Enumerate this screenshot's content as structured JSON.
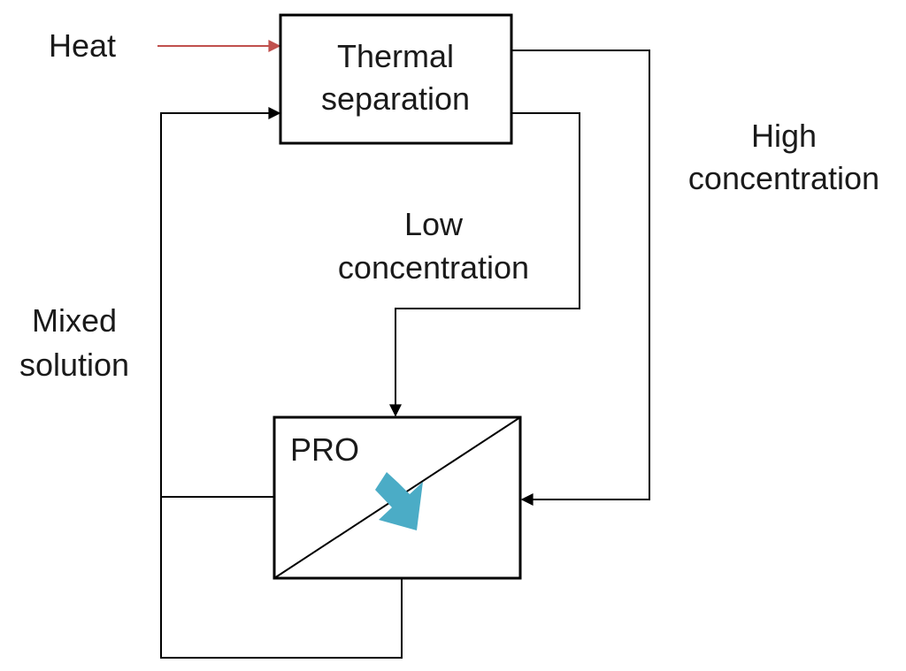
{
  "nodes": {
    "thermal": {
      "line1": "Thermal",
      "line2": "separation"
    },
    "pro": {
      "label": "PRO"
    }
  },
  "labels": {
    "heat": "Heat",
    "high": {
      "line1": "High",
      "line2": "concentration"
    },
    "low": {
      "line1": "Low",
      "line2": "concentration"
    },
    "mixed": {
      "line1": "Mixed",
      "line2": "solution"
    }
  },
  "colors": {
    "heat_arrow": "#c0504d",
    "flow_arrow": "#4bacc6",
    "lines": "#000000"
  }
}
